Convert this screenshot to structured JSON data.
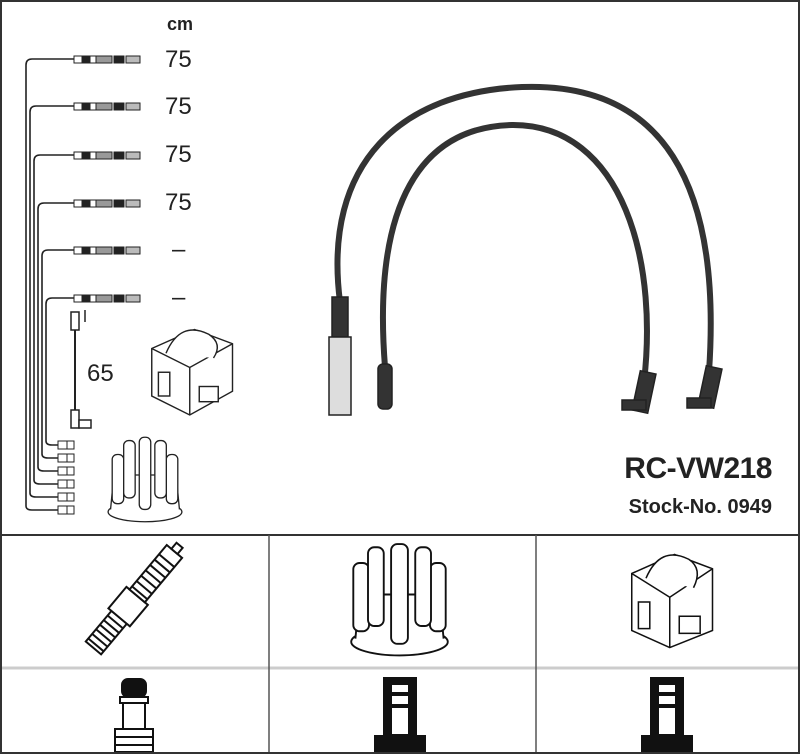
{
  "product": {
    "part_number": "RC-VW218",
    "stock_label": "Stock-No. 0949"
  },
  "lengths": {
    "unit": "cm",
    "leads": [
      "75",
      "75",
      "75",
      "75",
      "–",
      "–"
    ],
    "coil_lead": "65"
  },
  "application_cells": [
    {
      "icon": "spark-plug-icon"
    },
    {
      "icon": "distributor-cap-icon"
    },
    {
      "icon": "ignition-coil-icon"
    }
  ],
  "connector_cells": [
    {
      "icon": "spark-plug-terminal-icon"
    },
    {
      "icon": "distributor-tower-connector-icon"
    },
    {
      "icon": "coil-tower-connector-icon"
    }
  ],
  "colors": {
    "line": "#222222",
    "border": "#333333",
    "row_divider": "#cccccc"
  }
}
